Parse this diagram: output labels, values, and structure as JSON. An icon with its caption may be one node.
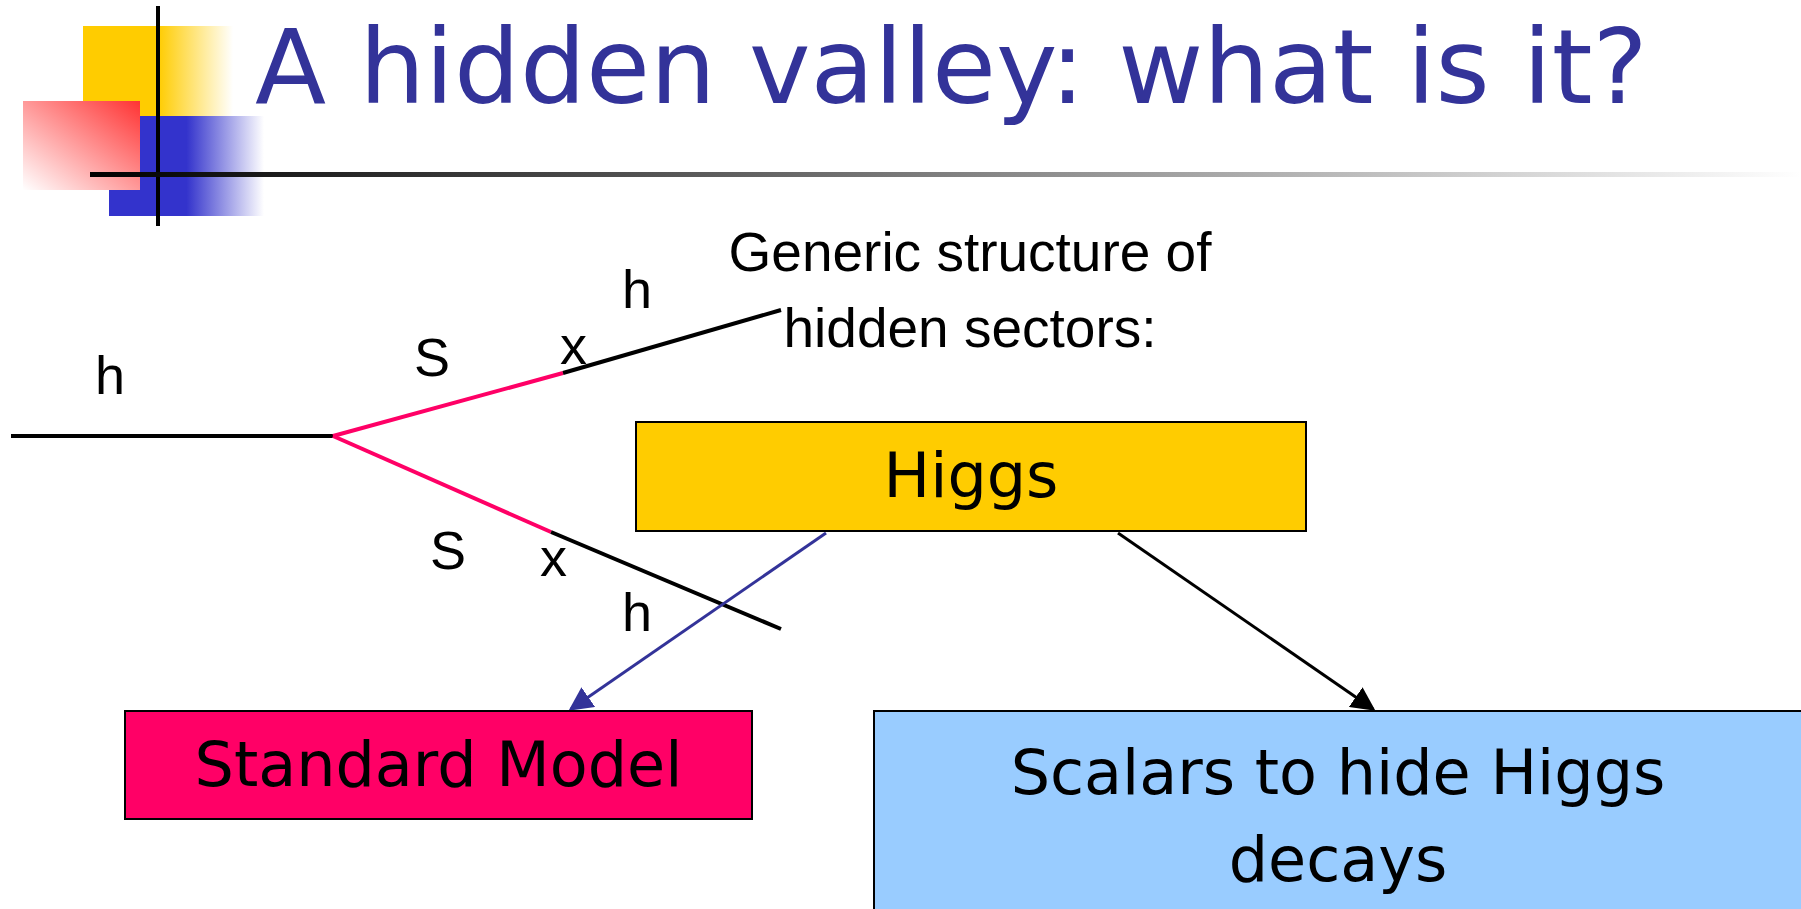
{
  "diagram": {
    "title": "A hidden valley: what is it?",
    "nodes": [
      {
        "text": [
          "Higgs"
        ]
      },
      {
        "text": [
          "Standard Model"
        ]
      },
      {
        "text": [
          "Scalars to hide Higgs decays"
        ]
      }
    ],
    "edges": [
      {
        "from": 0,
        "to": 1,
        "arrow": "to",
        "color": "#333399"
      },
      {
        "from": 0,
        "to": 2,
        "arrow": "to",
        "color": "#000000"
      }
    ],
    "labels": [
      "Generic structure of hidden sectors:",
      "h",
      "S",
      "h",
      "x",
      "x",
      "S",
      "h"
    ]
  }
}
